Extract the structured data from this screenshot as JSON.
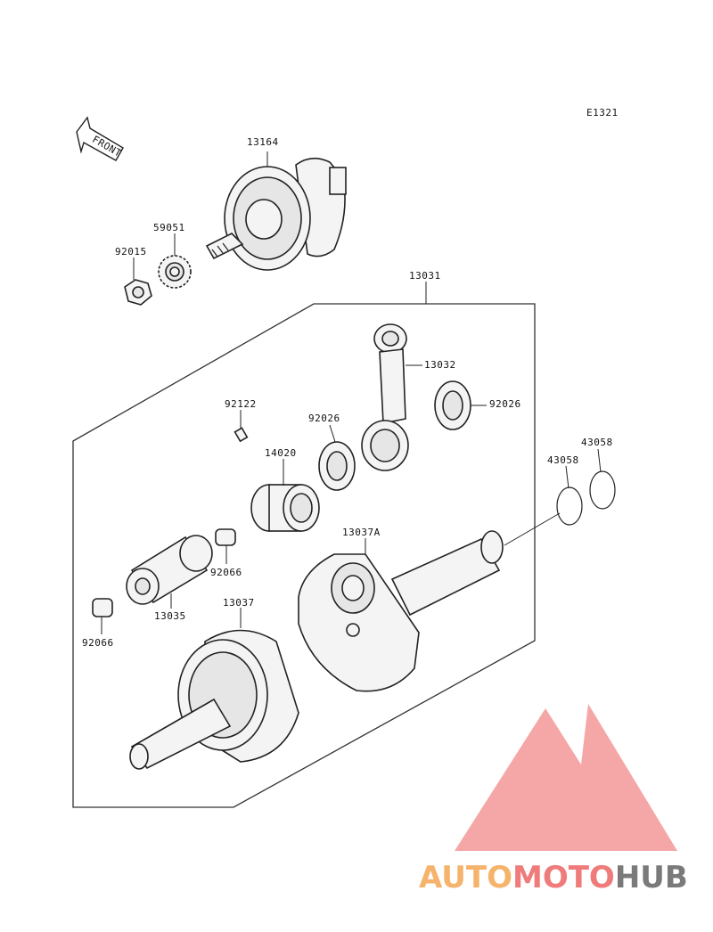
{
  "diagram": {
    "code": "E1321",
    "front_label": "FRONT",
    "labels": {
      "p13164": "13164",
      "p59051": "59051",
      "p92015": "92015",
      "p13031": "13031",
      "p13032": "13032",
      "p92026a": "92026",
      "p92026b": "92026",
      "p92122": "92122",
      "p14020": "14020",
      "p43058a": "43058",
      "p43058b": "43058",
      "p13037A": "13037A",
      "p92066a": "92066",
      "p92066b": "92066",
      "p13035": "13035",
      "p13037": "13037"
    }
  },
  "watermark": {
    "part1": "AUTO",
    "part2": "MOTO",
    "part3": "HUB",
    "colors": {
      "orange": "#f5b36b",
      "red": "#ef7b7b",
      "gray": "#7a7a7a",
      "logo": "#f28a8a"
    }
  }
}
